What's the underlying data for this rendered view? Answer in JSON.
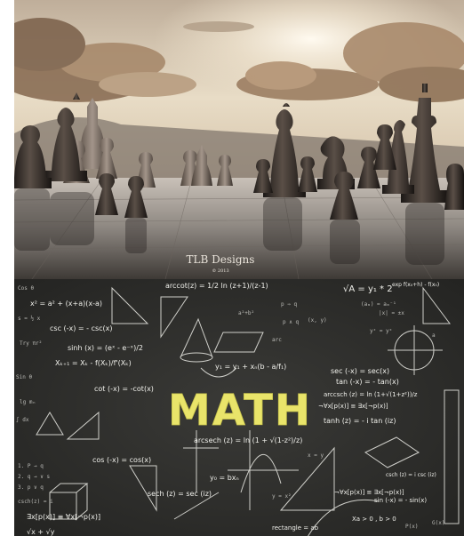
{
  "chess": {
    "watermark_line1": "TLB Designs",
    "watermark_line2": "© 2013"
  },
  "math": {
    "title": "MATH",
    "formulas": [
      "arccot(z) = 1/2 ln (z+1)/(z-1)",
      "√A = y₁ * 2",
      "exp f(x₀+h) - f(x₀)",
      "x² = a² + (x+a)(x-a)",
      "csc (-x) = - csc(x)",
      "sinh (x) = (eˣ - e⁻ˣ)/2",
      "Xₖ₊₁ = Xₖ - f(Xₖ)/f'(Xₖ)",
      "cot (-x) = -cot(x)",
      "sec (-x) = sec(x)",
      "tan (-x) = - tan(x)",
      "arccsch (z) = ln (1+√(1+z²))/z",
      "¬∀x[p(x)] ≡ ∃x[¬p(x)]",
      "tanh (z) = - i tan (iz)",
      "arcsech (z) = ln (1 + √(1-z²)/z)",
      "cos (-x) = cos(x)",
      "sech (z) = sec (iz)",
      "y₀ = bxₙ",
      "csch (z) = i csc (iz)",
      "¬∀x[p(x)] ≡ ∃x[¬p(x)]",
      "sin (-x) = - sin(x)",
      "∃x[p(x)] ≡ ∀x[¬p(x)]",
      "Xa > 0 , b > 0",
      "√x + √y",
      "rectangle = ab",
      "y₁ = y₁ + xₙ(b - a/f₁)"
    ]
  },
  "colors": {
    "sky_top": "#c9b8a4",
    "sky_glow": "#f3ead8",
    "chalkboard": "#2f2f2d",
    "math_title": "#e9e46a"
  }
}
